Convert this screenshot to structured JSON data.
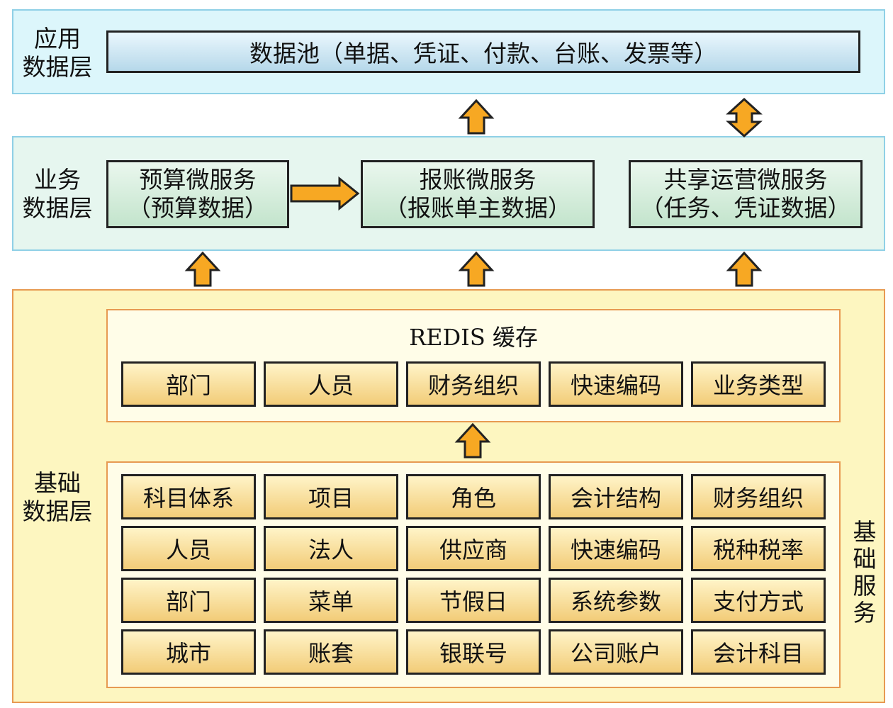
{
  "app_layer": {
    "label_line1": "应用",
    "label_line2": "数据层",
    "data_pool": "数据池（单据、凭证、付款、台账、发票等）"
  },
  "business_layer": {
    "label_line1": "业务",
    "label_line2": "数据层",
    "services": [
      {
        "line1": "预算微服务",
        "line2": "（预算数据）"
      },
      {
        "line1": "报账微服务",
        "line2": "（报账单主数据）"
      },
      {
        "line1": "共享运营微服务",
        "line2": "（任务、凭证数据）"
      }
    ]
  },
  "base_layer": {
    "label_line1": "基础",
    "label_line2": "数据层",
    "side_label": [
      "基",
      "础",
      "服",
      "务"
    ],
    "redis": {
      "title": "REDIS 缓存",
      "items": [
        "部门",
        "人员",
        "财务组织",
        "快速编码",
        "业务类型"
      ]
    },
    "base_items": [
      [
        "科目体系",
        "项目",
        "角色",
        "会计结构",
        "财务组织"
      ],
      [
        "人员",
        "法人",
        "供应商",
        "快速编码",
        "税种税率"
      ],
      [
        "部门",
        "菜单",
        "节假日",
        "系统参数",
        "支付方式"
      ],
      [
        "城市",
        "账套",
        "银联号",
        "公司账户",
        "会计科目"
      ]
    ]
  },
  "colors": {
    "arrow_fill": "#f7a823",
    "arrow_stroke": "#222222"
  }
}
